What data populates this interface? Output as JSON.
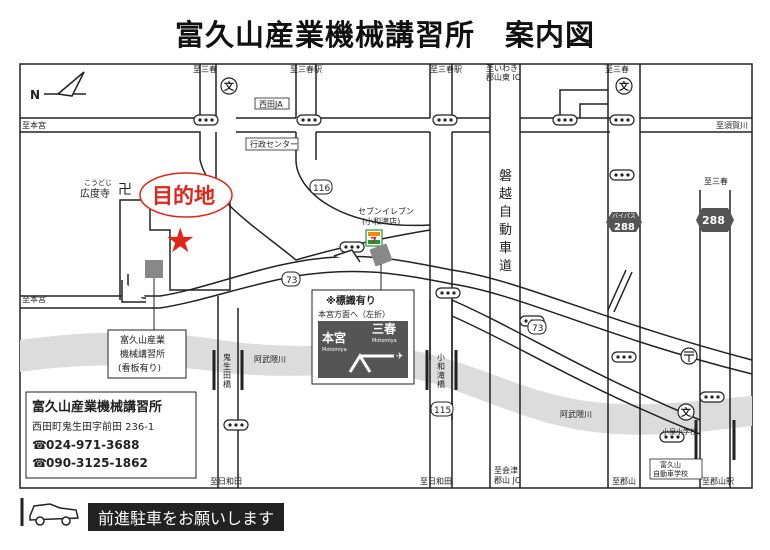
{
  "title": "富久山産業機械講習所　案内図",
  "compass": "N",
  "roads": {
    "to_sanharu_top_1": "至三春",
    "to_sanharu_sta_1": "至三春駅",
    "to_sanharu_sta_2": "至三春駅",
    "to_iwaki_1": "至いわき",
    "to_iwaki_2": "郡山東 IC",
    "to_sanharu_top_2": "至三春",
    "to_motomiya_1": "至本宮",
    "to_sukagawa": "至須賀川",
    "to_sanharu_right": "至三春",
    "to_motomiya_2": "至本宮",
    "to_nishida_1": "至日和田",
    "to_nishida_2": "至日和田",
    "to_aizu_1": "至会津",
    "to_aizu_2": "郡山 JC",
    "to_koriyama": "至郡山",
    "to_koriyama_sta": "至郡山駅"
  },
  "places": {
    "nishida_ja": "西田JA",
    "gyosei_center": "行政センター",
    "seven_1": "セブンイレブン",
    "seven_2": "(小和滝店)",
    "kotoji_ruby": "こうどじ",
    "kotoji": "広度寺",
    "bandai_expressway": [
      "磐",
      "越",
      "自",
      "動",
      "車",
      "道"
    ],
    "bypass": "バイパス",
    "abukuma_1": "阿武隈川",
    "abukuma_2": "阿武隈川",
    "oniu_bridge": [
      "鬼",
      "生",
      "田",
      "橋"
    ],
    "kowataki_bridge": [
      "小",
      "和",
      "滝",
      "橋"
    ],
    "koizumi_school": "小泉小学校",
    "fukuyama_school_1": "富久山",
    "fukuyama_school_2": "自動車学校"
  },
  "route_numbers": {
    "r116_a": "116",
    "r73_a": "73",
    "r73_b": "73",
    "r115": "115",
    "r288_a": "288",
    "r288_b": "288"
  },
  "destination": {
    "label": "目的地",
    "callout": [
      "富久山産業",
      "機械講習所",
      "(看板有り)"
    ]
  },
  "sign": {
    "title": "※標識有り",
    "subtitle": "本宮方面へ（左折）",
    "left_kanji": "本宮",
    "left_roman": "Motomiya",
    "right_kanji": "三春",
    "right_roman": "Motomiya"
  },
  "info": {
    "name": "富久山産業機械講習所",
    "address": "西田町鬼生田字前田 236-1",
    "phone1": "024-971-3688",
    "phone2": "090-3125-1862"
  },
  "footer": {
    "note": "前進駐車をお願いします"
  },
  "colors": {
    "destination_red": "#e0251b",
    "river_gray": "#dcdcdc",
    "road_black": "#222222",
    "seven_green": "#1f9a3a",
    "seven_orange": "#f08c00"
  }
}
